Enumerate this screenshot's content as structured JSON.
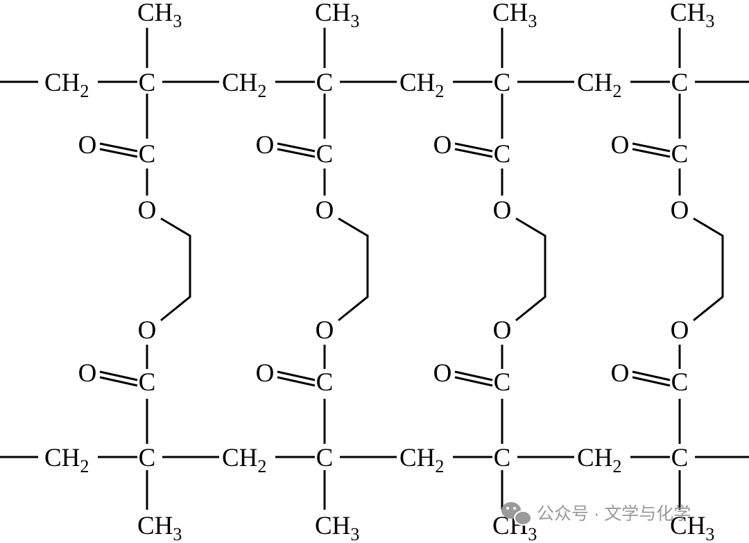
{
  "structure": {
    "repeat_units": 4,
    "labels": {
      "methylene": "CH",
      "methyl": "CH",
      "hydrogen_count": "2",
      "methyl_hydrogen_count": "3",
      "carbon": "C",
      "oxygen": "O"
    }
  },
  "watermark": {
    "icon": "wechat-icon",
    "text": "公众号 · 文学与化学"
  }
}
